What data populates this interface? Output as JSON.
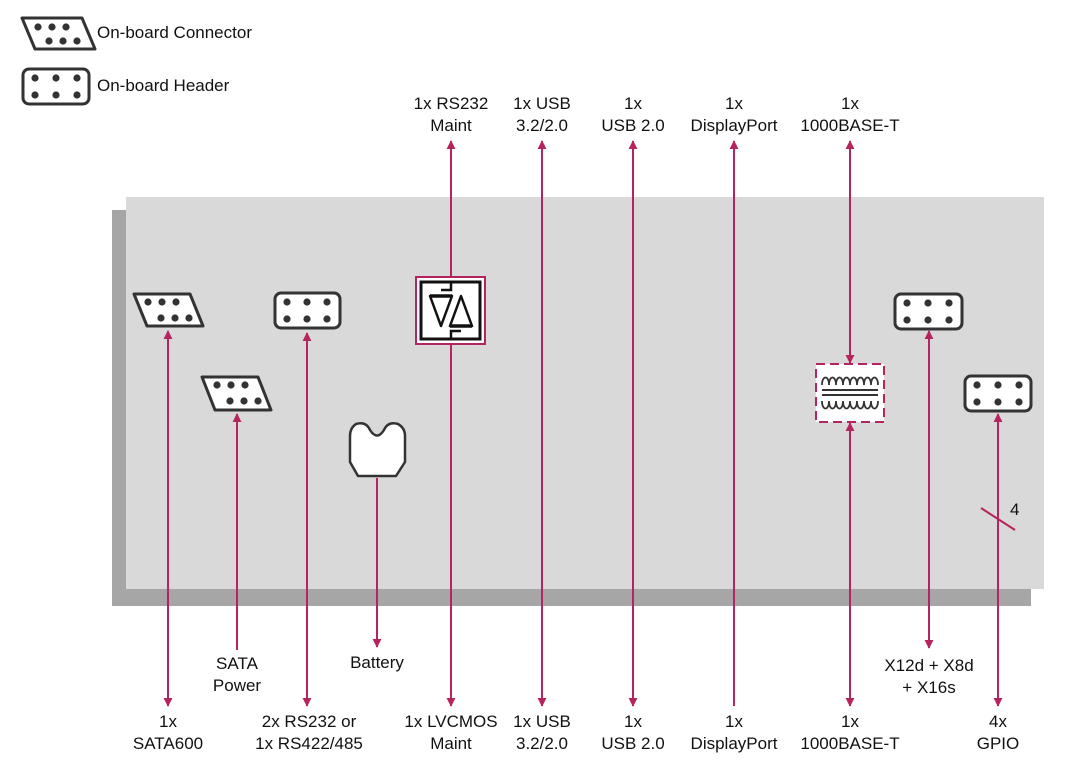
{
  "legend": {
    "connector_label": "On-board Connector",
    "header_label": "On-board Header"
  },
  "colors": {
    "arrow": "#b5245e",
    "board": "#d9d9d9",
    "board_shadow": "#a6a6a6",
    "icon_stroke": "#333333"
  },
  "top_labels": [
    {
      "id": "rs232-maint",
      "lines": [
        "1x RS232",
        "Maint"
      ]
    },
    {
      "id": "usb32-top",
      "lines": [
        "1x USB",
        "3.2/2.0"
      ]
    },
    {
      "id": "usb20-top",
      "lines": [
        "1x",
        "USB 2.0"
      ]
    },
    {
      "id": "displayport-top",
      "lines": [
        "1x",
        "DisplayPort"
      ]
    },
    {
      "id": "1000baset-top",
      "lines": [
        "1x",
        "1000BASE-T"
      ]
    }
  ],
  "bottom_labels": [
    {
      "id": "sata600",
      "lines": [
        "1x",
        "SATA600"
      ]
    },
    {
      "id": "sata-power",
      "lines": [
        "SATA",
        "Power"
      ]
    },
    {
      "id": "rs232-rs422",
      "lines": [
        "2x RS232 or",
        "1x RS422/485"
      ]
    },
    {
      "id": "battery",
      "lines": [
        "Battery"
      ]
    },
    {
      "id": "lvcmos-maint",
      "lines": [
        "1x LVCMOS",
        "Maint"
      ]
    },
    {
      "id": "usb32-bottom",
      "lines": [
        "1x USB",
        "3.2/2.0"
      ]
    },
    {
      "id": "usb20-bottom",
      "lines": [
        "1x",
        "USB 2.0"
      ]
    },
    {
      "id": "displayport-bottom",
      "lines": [
        "1x",
        "DisplayPort"
      ]
    },
    {
      "id": "1000baset-bottom",
      "lines": [
        "1x",
        "1000BASE-T"
      ]
    },
    {
      "id": "pcie-lanes",
      "lines": [
        "X12d + X8d",
        "+ X16s"
      ]
    },
    {
      "id": "gpio",
      "lines": [
        "4x",
        "GPIO"
      ]
    }
  ],
  "bus_width_label": "4"
}
